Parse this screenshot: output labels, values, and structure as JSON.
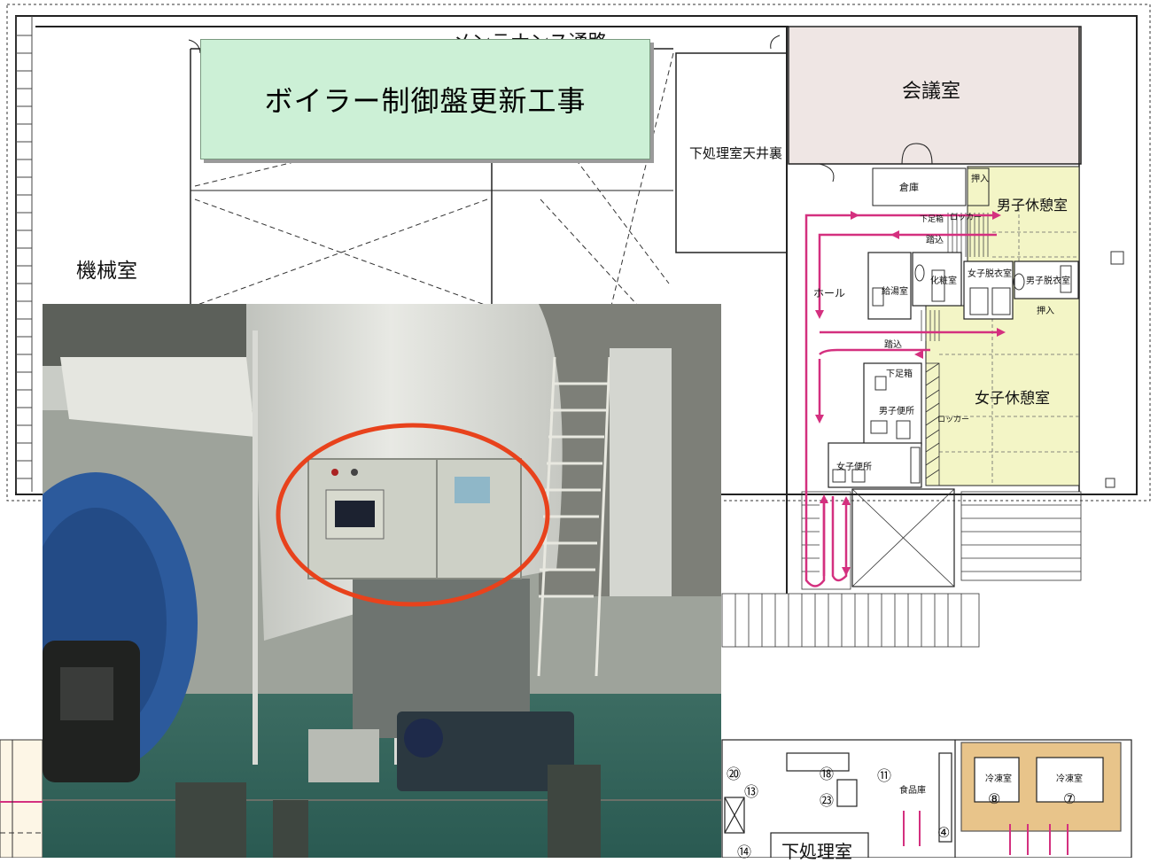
{
  "title": "ボイラー制御盤更新工事",
  "rooms": {
    "maintenance_corridor": "メンテナンス通路",
    "meeting_room": "会議室",
    "machine_room": "機械室",
    "prep_room_ceiling": "下処理室天井裏",
    "storage": "倉庫",
    "closet1": "押入",
    "male_rest": "男子休憩室",
    "shoe_box1": "下足箱",
    "locker1": "ロッカー",
    "step1": "踏込",
    "kitchenette": "給湯室",
    "powder": "化粧室",
    "female_dressing": "女子脱衣室",
    "male_dressing": "男子脱衣室",
    "hall": "ホール",
    "closet2": "押入",
    "step2": "踏込",
    "shoe_box2": "下足箱",
    "female_rest": "女子休憩室",
    "male_toilet": "男子便所",
    "locker2": "ロッカー",
    "female_toilet": "女子便所",
    "food_storage": "食品庫",
    "freezer1": "冷凍室",
    "freezer2": "冷凍室",
    "prep_room": "下処理室"
  },
  "numbers": {
    "n20": "⑳",
    "n13": "⑬",
    "n18": "⑱",
    "n11": "⑪",
    "n23": "㉓",
    "n4": "④",
    "n14": "⑭",
    "n8": "⑧",
    "n7": "⑦"
  },
  "colors": {
    "flow_arrow": "#d4307f",
    "title_bg": "#ccf0d6",
    "highlight_circle": "#e8421c",
    "rest_area": "#f3f5c6",
    "meeting_room_bg": "#efe6e4"
  }
}
